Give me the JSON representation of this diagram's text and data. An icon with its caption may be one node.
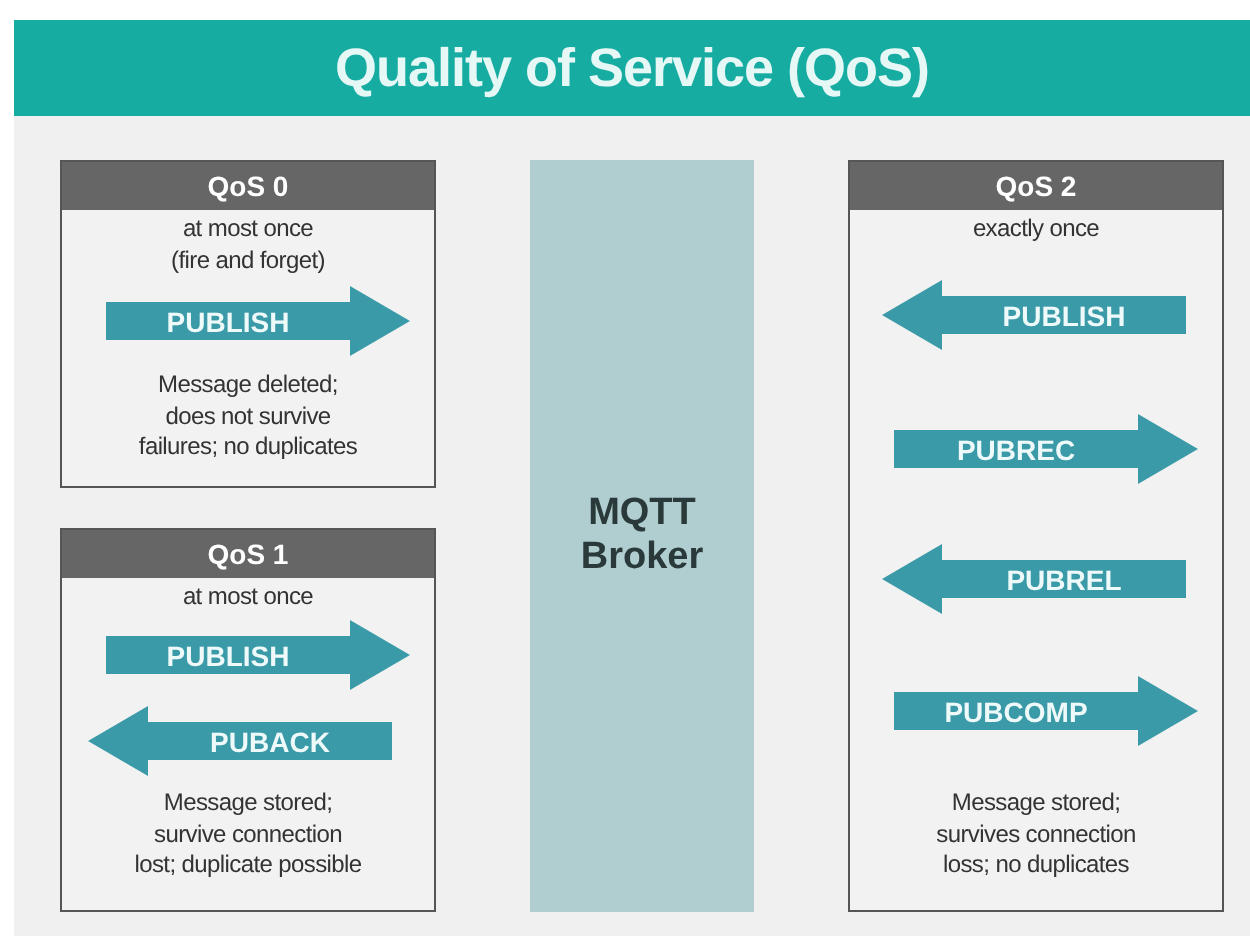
{
  "diagram": {
    "title": "Quality of Service (QoS)",
    "nodes": [
      {
        "text": [
          "QoS 0",
          "at most once (fire and forget)",
          "Message deleted; does not survive failures; no duplicates"
        ]
      },
      {
        "text": [
          "PUBLISH"
        ],
        "in": 0
      },
      {
        "text": [
          "MQTT Broker"
        ]
      },
      {
        "text": [
          "QoS 1",
          "at most once",
          "Message stored; survive connection lost; duplicate possible"
        ]
      },
      {
        "text": [
          "PUBLISH"
        ],
        "in": 3
      },
      {
        "text": [
          "PUBACK"
        ],
        "in": 3
      },
      {
        "text": [
          "QoS 2",
          "exactly once",
          "Message stored; survives connection loss; no duplicates"
        ]
      },
      {
        "text": [
          "PUBLISH"
        ],
        "in": 6
      },
      {
        "text": [
          "PUBREC"
        ],
        "in": 6
      },
      {
        "text": [
          "PUBREL"
        ],
        "in": 6
      },
      {
        "text": [
          "PUBCOMP"
        ],
        "in": 6
      }
    ]
  }
}
